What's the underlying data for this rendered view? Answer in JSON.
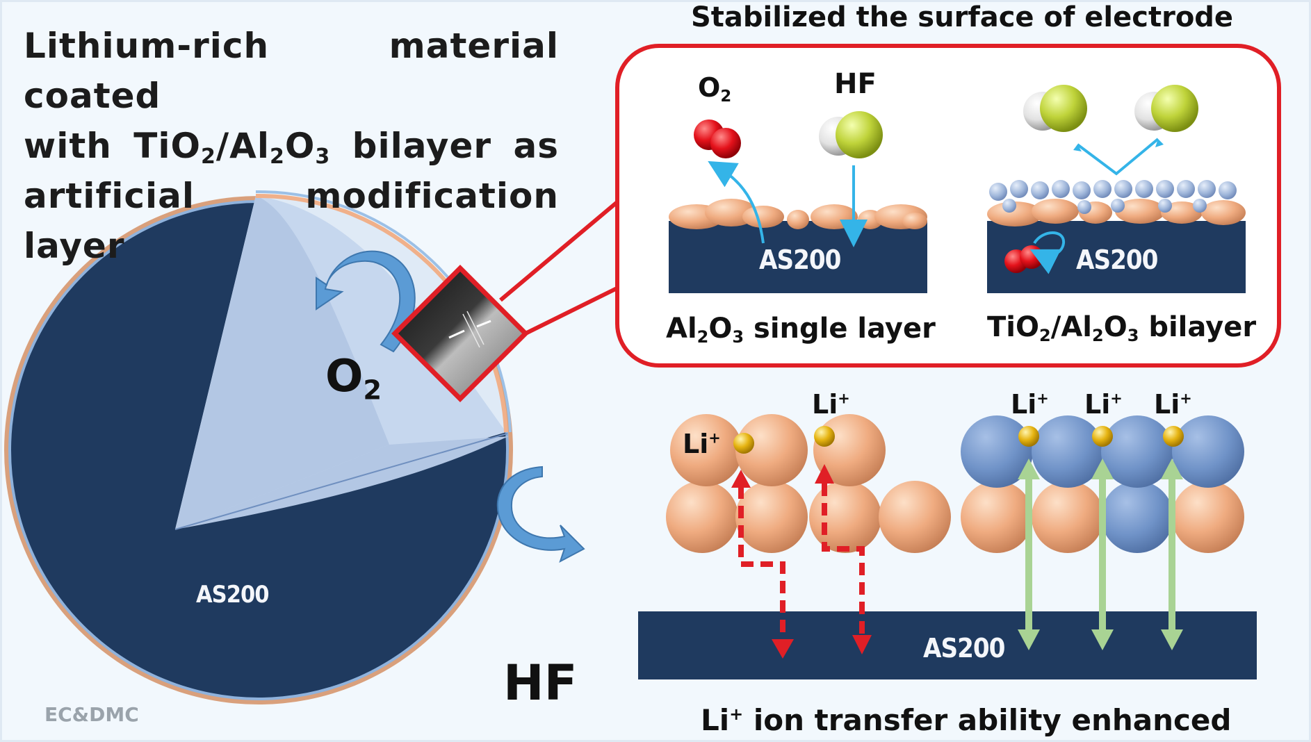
{
  "heading": {
    "line1": "Lithium-rich material coated",
    "line2_pre": "with Ti",
    "line2_sub1": "2",
    "line2_mid": "/Al",
    "line2_sub2": "2",
    "line2_mid2": "O",
    "line2_sub3": "3",
    "line2_post": "  bilayer  as",
    "line3": "artificial modification layer",
    "o_char": "O"
  },
  "top_title": "Stabilized the surface of electrode",
  "bottom_title": {
    "pre": "Li",
    "sup": "+",
    "post": " ion transfer ability enhanced"
  },
  "credit": "EC&DMC",
  "sphere": {
    "core_label": "AS200",
    "o2_main": "O",
    "o2_sub": "2",
    "hf": "HF"
  },
  "inset": {
    "o2_main": "O",
    "o2_sub": "2",
    "hf": "HF",
    "left_box_label": "AS200",
    "right_box_label": "AS200",
    "left_caption": {
      "a": "Al",
      "s1": "2",
      "b": "O",
      "s2": "3",
      "c": " single layer"
    },
    "right_caption": {
      "a": "TiO",
      "s1": "2",
      "b": "/Al",
      "s2": "2",
      "c": "O",
      "s3": "3",
      "d": " bilayer"
    }
  },
  "bottom_panel": {
    "substrate_label": "AS200",
    "li_main": "Li",
    "li_sup": "+"
  },
  "colors": {
    "navy": "#1f3a5f",
    "light_blue": "#b4c8e4",
    "pale_blue": "#dbe8f5",
    "orange": "#f2b48d",
    "red": "#e01f26",
    "steel_blue": "#7e9fd0",
    "green": "#a9d394",
    "arrow_blue": "#5b9bd5",
    "gold": "#e7b416"
  }
}
